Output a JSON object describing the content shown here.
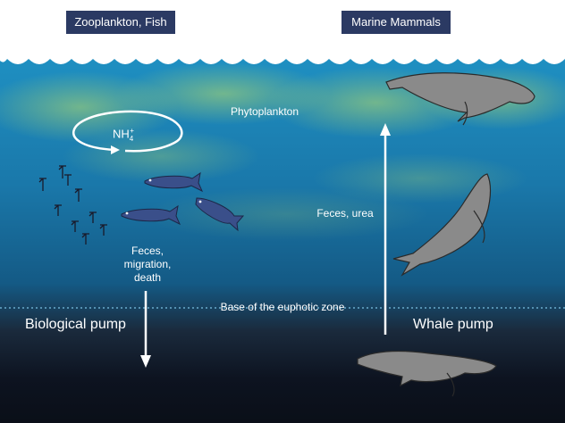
{
  "header": {
    "left_label": "Zooplankton, Fish",
    "right_label": "Marine Mammals"
  },
  "labels": {
    "phytoplankton": "Phytoplankton",
    "nh4": "NH",
    "nh4_sub": "4",
    "nh4_sup": "+",
    "feces_migration_death": [
      "Feces,",
      "migration,",
      "death"
    ],
    "feces_urea": "Feces, urea",
    "base_euphotic": "Base of the euphotic zone",
    "biological_pump": "Biological pump",
    "whale_pump": "Whale pump"
  },
  "colors": {
    "surface_water": "#1f8fc0",
    "mid_water": "#155f8f",
    "deep_water": "#0c1220",
    "phytoplankton_tint": "#9fcf5a",
    "fish": "#3a4f8a",
    "whale": "#8a8a8a",
    "header_bg": "#2b3a63"
  }
}
